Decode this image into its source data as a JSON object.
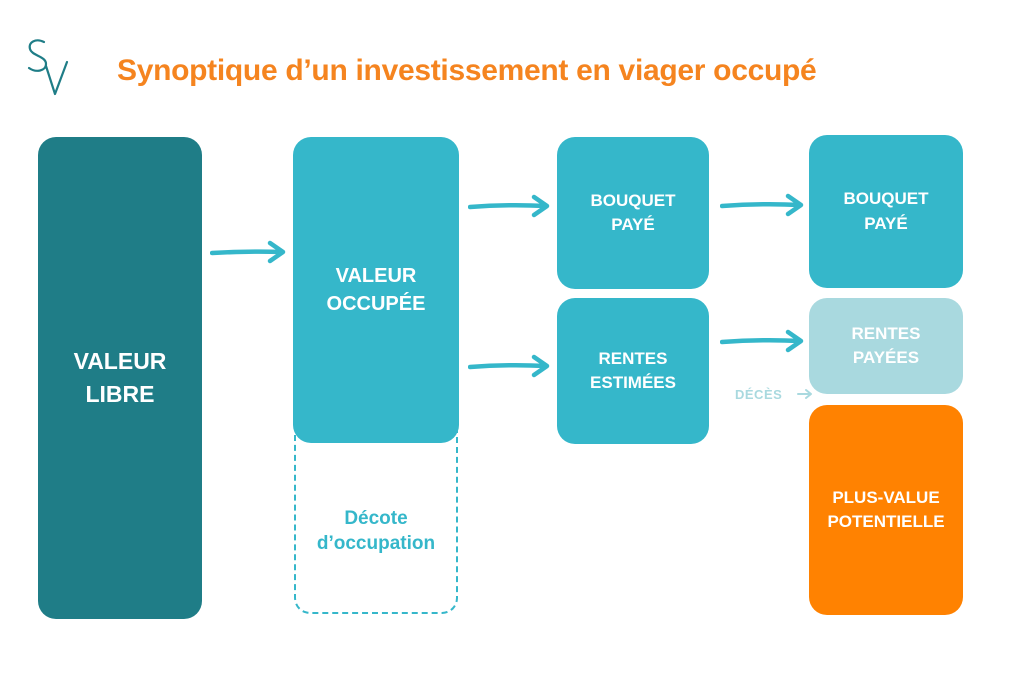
{
  "logo": {
    "letters": "SV",
    "color": "#1f7d87"
  },
  "title": "Synoptique d’un investissement en viager occupé",
  "colors": {
    "title": "#f5841f",
    "dark_teal": "#1f7d87",
    "teal": "#35b7ca",
    "light_teal": "#a9d9df",
    "orange": "#ff8201"
  },
  "boxes": {
    "valeur_libre": "VALEUR\nLIBRE",
    "valeur_occupee": "VALEUR\nOCCUPÉE",
    "decote": "Décote\nd’occupation",
    "bouquet_paye_1": "BOUQUET\nPAYÉ",
    "rentes_estimees": "RENTES\nESTIMÉES",
    "bouquet_paye_2": "BOUQUET\nPAYÉ",
    "rentes_payees": "RENTES\nPAYÉES",
    "plus_value": "PLUS-VALUE\nPOTENTIELLE"
  },
  "deces_label": "DÉCÈS",
  "arrows": [
    "arrow-right-icon",
    "arrow-right-icon",
    "arrow-right-icon",
    "arrow-right-icon",
    "arrow-right-icon",
    "small-arrow-right-icon"
  ]
}
